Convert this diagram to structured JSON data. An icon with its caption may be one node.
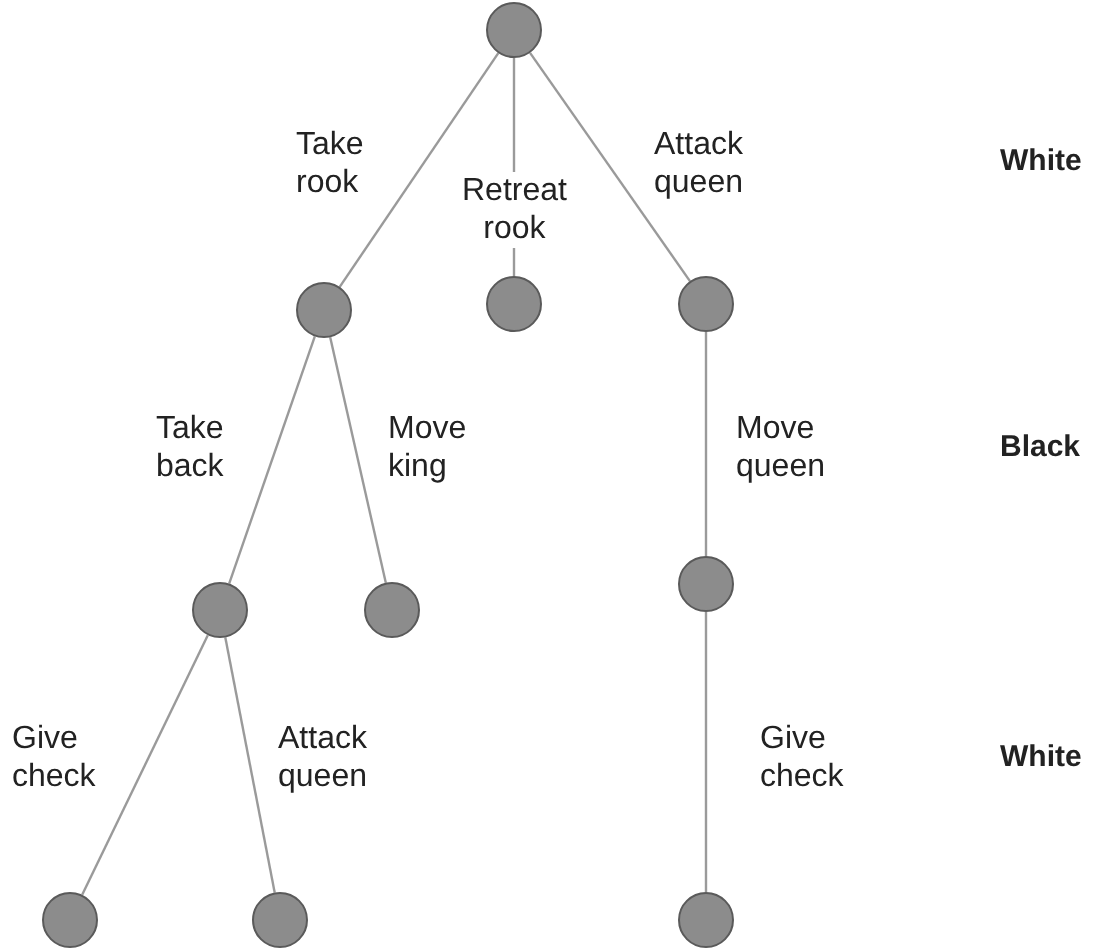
{
  "diagram": {
    "nodes": [
      {
        "text": [],
        "shape": "circle"
      },
      {
        "text": [],
        "shape": "circle"
      },
      {
        "text": [],
        "shape": "circle"
      },
      {
        "text": [],
        "shape": "circle"
      },
      {
        "text": [],
        "shape": "circle"
      },
      {
        "text": [],
        "shape": "circle"
      },
      {
        "text": [],
        "shape": "circle"
      },
      {
        "text": [],
        "shape": "circle"
      },
      {
        "text": [],
        "shape": "circle"
      },
      {
        "text": [],
        "shape": "circle"
      }
    ],
    "edges": [
      {
        "from": 0,
        "to": 1,
        "arrow": "none",
        "label": "Take rook"
      },
      {
        "from": 0,
        "to": 2,
        "arrow": "none",
        "label": "Retreat rook"
      },
      {
        "from": 0,
        "to": 3,
        "arrow": "none",
        "label": "Attack queen"
      },
      {
        "from": 1,
        "to": 4,
        "arrow": "none",
        "label": "Take back"
      },
      {
        "from": 1,
        "to": 5,
        "arrow": "none",
        "label": "Move king"
      },
      {
        "from": 3,
        "to": 6,
        "arrow": "none",
        "label": "Move queen"
      },
      {
        "from": 4,
        "to": 7,
        "arrow": "none",
        "label": "Give check"
      },
      {
        "from": 4,
        "to": 8,
        "arrow": "none",
        "label": "Attack queen"
      },
      {
        "from": 6,
        "to": 9,
        "arrow": "none",
        "label": "Give check"
      }
    ],
    "labels": [
      "White",
      "Black",
      "White"
    ]
  }
}
